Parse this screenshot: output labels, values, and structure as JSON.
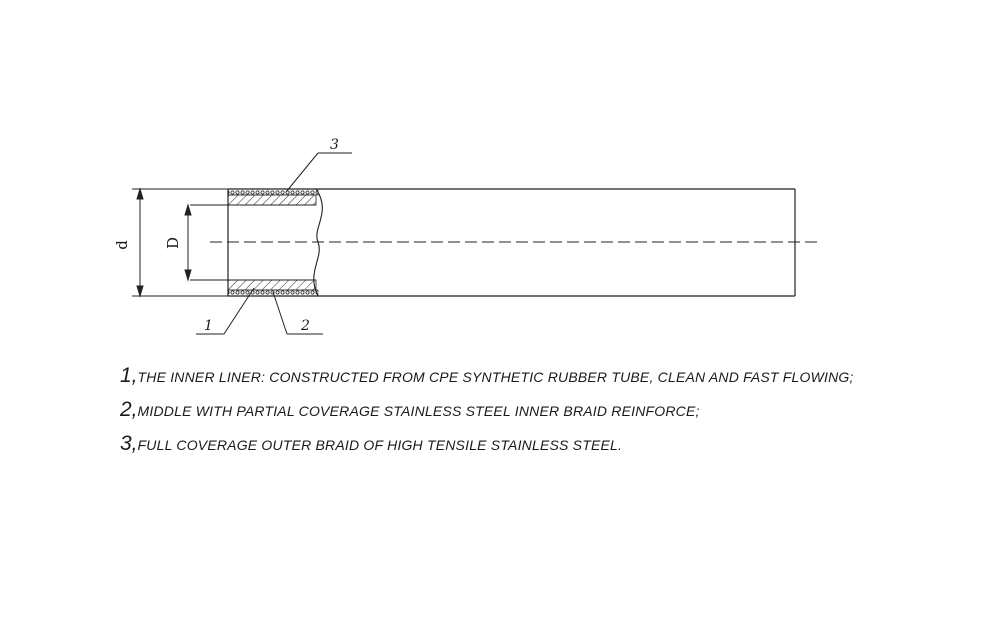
{
  "diagram": {
    "dimension_labels": {
      "outer": "d",
      "inner": "D"
    },
    "callouts": [
      "1",
      "2",
      "3"
    ]
  },
  "notes": [
    {
      "number": "1,",
      "text": "THE INNER LINER:  CONSTRUCTED FROM CPE SYNTHETIC RUBBER TUBE, CLEAN AND FAST FLOWING;"
    },
    {
      "number": "2,",
      "text": "MIDDLE WITH PARTIAL COVERAGE STAINLESS STEEL INNER BRAID REINFORCE;"
    },
    {
      "number": "3,",
      "text": "FULL COVERAGE OUTER BRAID OF HIGH TENSILE STAINLESS STEEL."
    }
  ]
}
